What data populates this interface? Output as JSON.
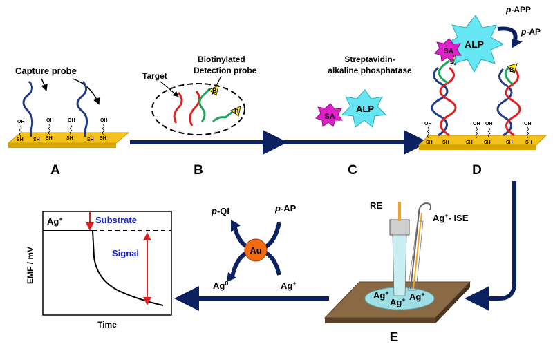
{
  "panels": {
    "A": {
      "letter": "A",
      "capture_probe_label": "Capture probe",
      "oh_label": "OH",
      "sh_label": "SH"
    },
    "B": {
      "letter": "B",
      "target_label": "Target",
      "detection_line1": "Biotinylated",
      "detection_line2": "Detection probe",
      "biotin": "B"
    },
    "C": {
      "letter": "C",
      "conjugate_line1": "Streptavidin-",
      "conjugate_line2": "alkaline phosphatase",
      "sa": "SA",
      "alp": "ALP"
    },
    "D": {
      "letter": "D",
      "sa": "SA",
      "alp": "ALP",
      "biotin": "B",
      "papp_prefix": "p",
      "papp_suffix": "-APP",
      "pap_prefix": "p",
      "pap_suffix": "-AP"
    },
    "E": {
      "letter": "E",
      "re_label": "RE",
      "ise_ion": "Ag",
      "ise_sup": "+",
      "ise_suffix": "- ISE",
      "ions": [
        "Ag",
        "Ag",
        "Ag"
      ],
      "ion_sup": "+"
    },
    "reaction": {
      "catalyst": "Au",
      "pqi_prefix": "p",
      "pqi_suffix": "-QI",
      "pap_prefix": "p",
      "pap_suffix": "-AP",
      "ag0_base": "Ag",
      "ag0_sup": "0",
      "agplus_base": "Ag",
      "agplus_sup": "+"
    },
    "graph": {
      "baseline_ion": "Ag",
      "baseline_sup": "+",
      "substrate_label": "Substrate",
      "signal_label": "Signal",
      "ylabel": "EMF / mV",
      "xlabel": "Time"
    }
  },
  "colors": {
    "gold": "#f4c21b",
    "navy": "#0b2160",
    "magenta": "#e020c8",
    "cyan": "#66e6f2",
    "red": "#e0201f",
    "green": "#1fa55a",
    "blue_strand": "#1f3b8a",
    "yellow": "#ffe81a",
    "orange_au": "#f26a12",
    "brown": "#7a5c3a",
    "label_blue": "#1a22c8"
  }
}
